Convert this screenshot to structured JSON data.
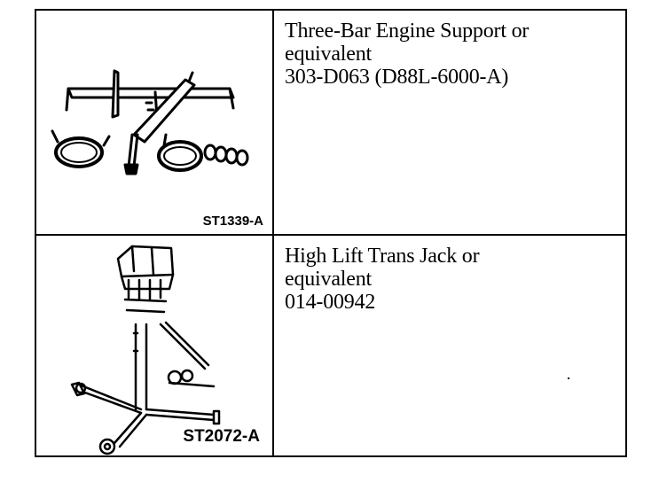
{
  "tools": [
    {
      "illustration_code": "ST1339-A",
      "name_lines": [
        "Three-Bar Engine Support or",
        "equivalent"
      ],
      "part_number": "303-D063 (D88L-6000-A)"
    },
    {
      "illustration_code": "ST2072-A",
      "name_lines": [
        "High Lift Trans Jack or",
        "equivalent"
      ],
      "part_number": "014-00942"
    }
  ]
}
